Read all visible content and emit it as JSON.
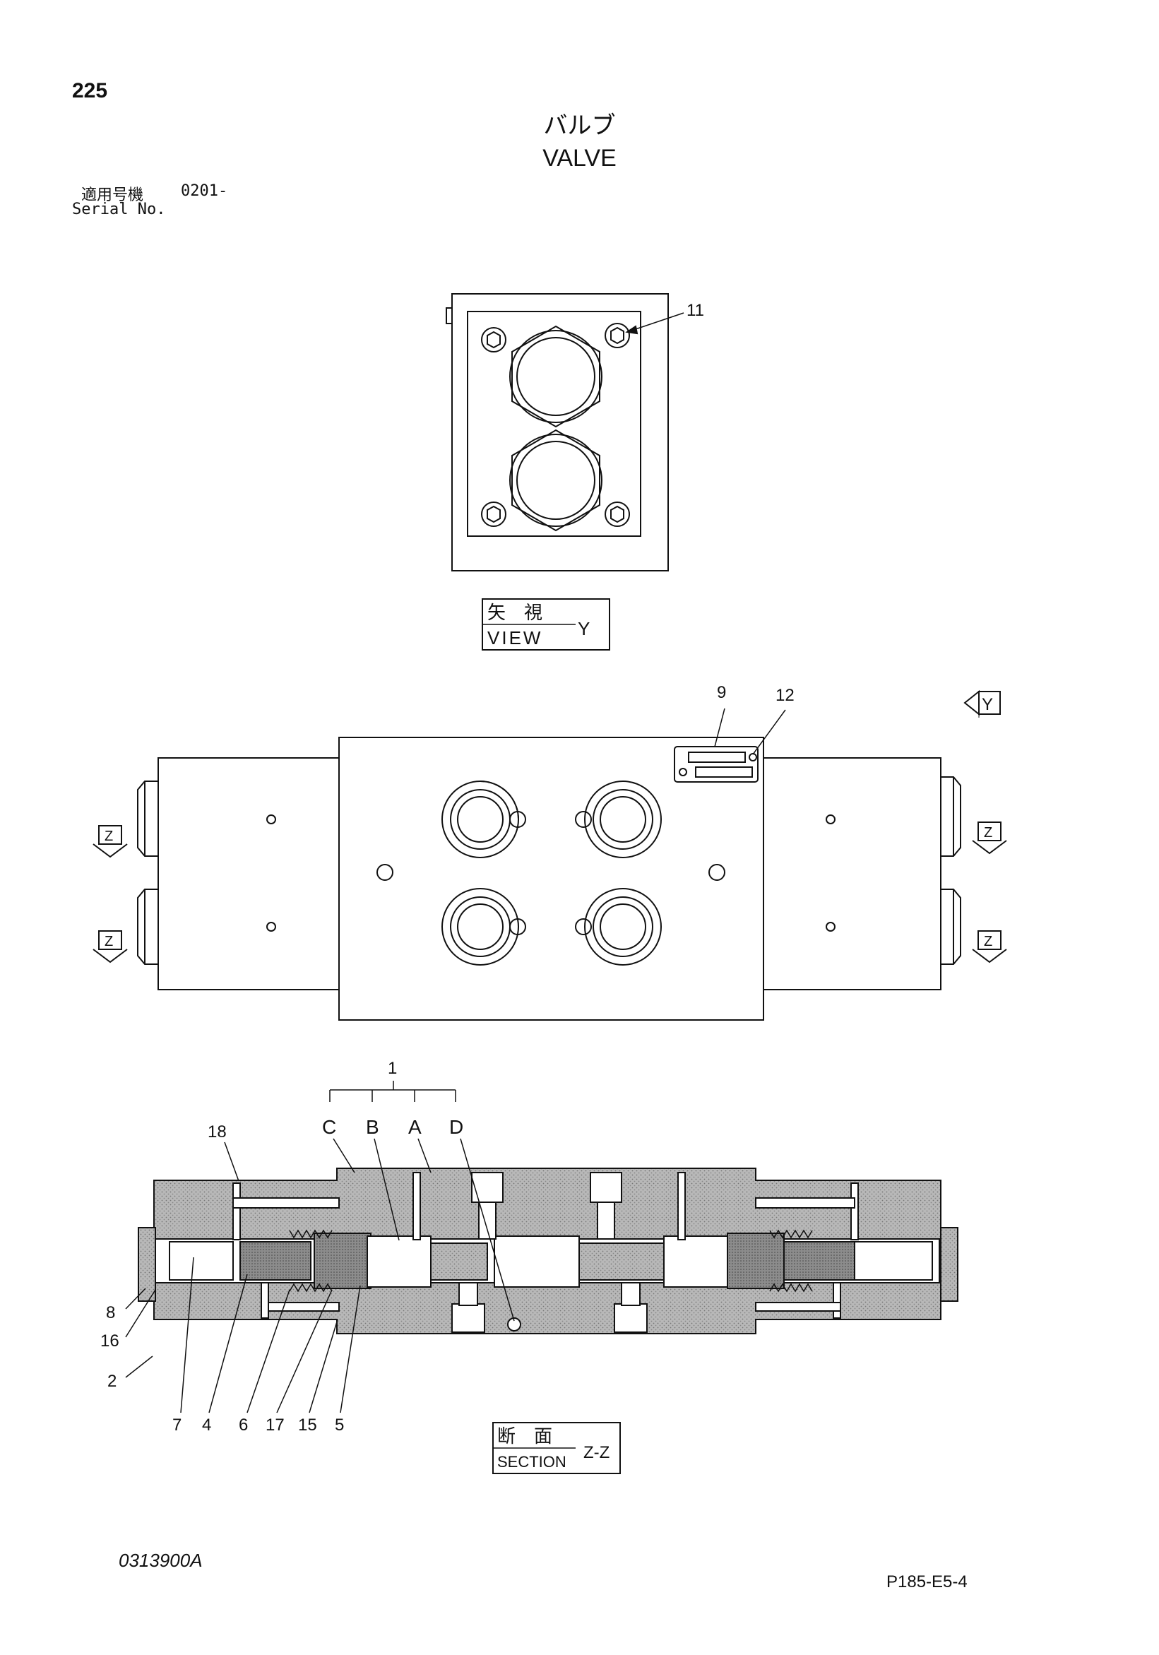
{
  "header": {
    "page_number": "225",
    "title_jp": "バルブ",
    "title_en": "VALVE",
    "serial_label_jp": "適用号機",
    "serial_value": "0201-",
    "serial_label_en": "Serial No."
  },
  "view_y": {
    "label_jp": "矢　視",
    "label_en": "VIEW",
    "letter": "Y",
    "callouts": [
      "11"
    ]
  },
  "front_view": {
    "callouts": [
      "9",
      "12"
    ],
    "arrow_y": "Y",
    "arrow_z": "Z"
  },
  "section": {
    "group_number": "1",
    "group_letters": [
      "C",
      "B",
      "A",
      "D"
    ],
    "callouts": {
      "p18": "18",
      "p8": "8",
      "p16": "16",
      "p2": "2",
      "p7": "7",
      "p4": "4",
      "p6": "6",
      "p17": "17",
      "p15": "15",
      "p5": "5"
    },
    "label_jp": "断　面",
    "label_en": "SECTION",
    "letter": "Z-Z"
  },
  "footer": {
    "drawing_code": "0313900A",
    "page_ref": "P185-E5-4"
  },
  "colors": {
    "line": "#111111",
    "hatch": "#9a9a9a",
    "background": "#ffffff"
  }
}
